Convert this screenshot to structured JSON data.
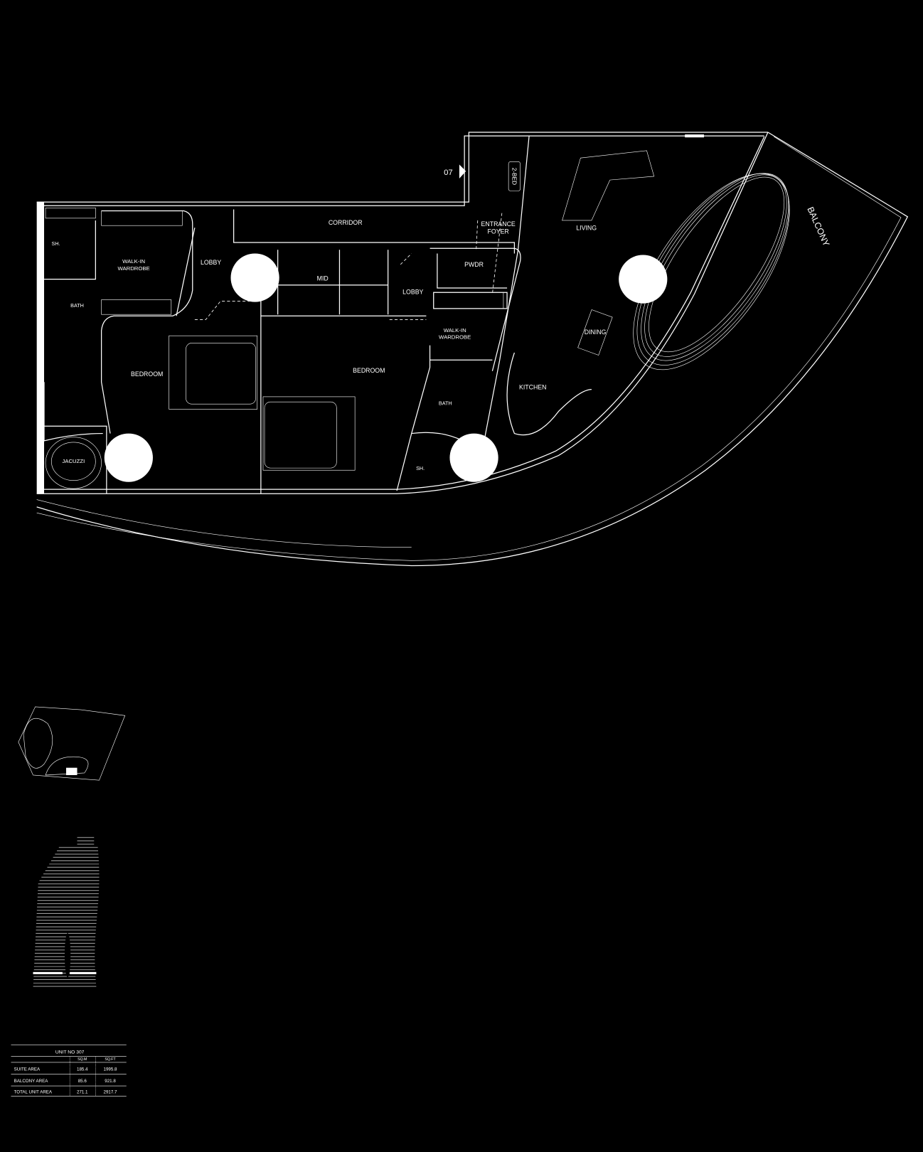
{
  "plan": {
    "unit_marker": "07",
    "unit_type": "2-BED",
    "rooms": {
      "corridor": "CORRIDOR",
      "entrance_1": "ENTRANCE",
      "entrance_2": "FOYER",
      "living": "LIVING",
      "lobby_1": "LOBBY",
      "lobby_2": "LOBBY",
      "wardrobe1_1": "WALK-IN",
      "wardrobe1_2": "WARDROBE",
      "wardrobe2_1": "WALK-IN",
      "wardrobe2_2": "WARDROBE",
      "shower_1": "SH.",
      "shower_2": "SH.",
      "bath_1": "BATH",
      "bath_2": "BATH",
      "maid": "MID",
      "powder": "PWDR",
      "dining": "DINING",
      "bedroom_1": "BEDROOM",
      "bedroom_2": "BEDROOM",
      "kitchen": "KITCHEN",
      "jacuzzi": "JACUZZI",
      "balcony": "BALCONY"
    }
  },
  "area_table": {
    "title": "UNIT NO 307",
    "columns": [
      "SQ.M",
      "SQ.FT"
    ],
    "rows": [
      {
        "label": "SUITE AREA",
        "sqm": "185.4",
        "sqft": "1995.8"
      },
      {
        "label": "BALCONY AREA",
        "sqm": "85.6",
        "sqft": "921.8"
      },
      {
        "label": "TOTAL UNIT AREA",
        "sqm": "271.1",
        "sqft": "2917.7"
      }
    ]
  },
  "colors": {
    "background": "#000000",
    "line": "#ffffff"
  }
}
